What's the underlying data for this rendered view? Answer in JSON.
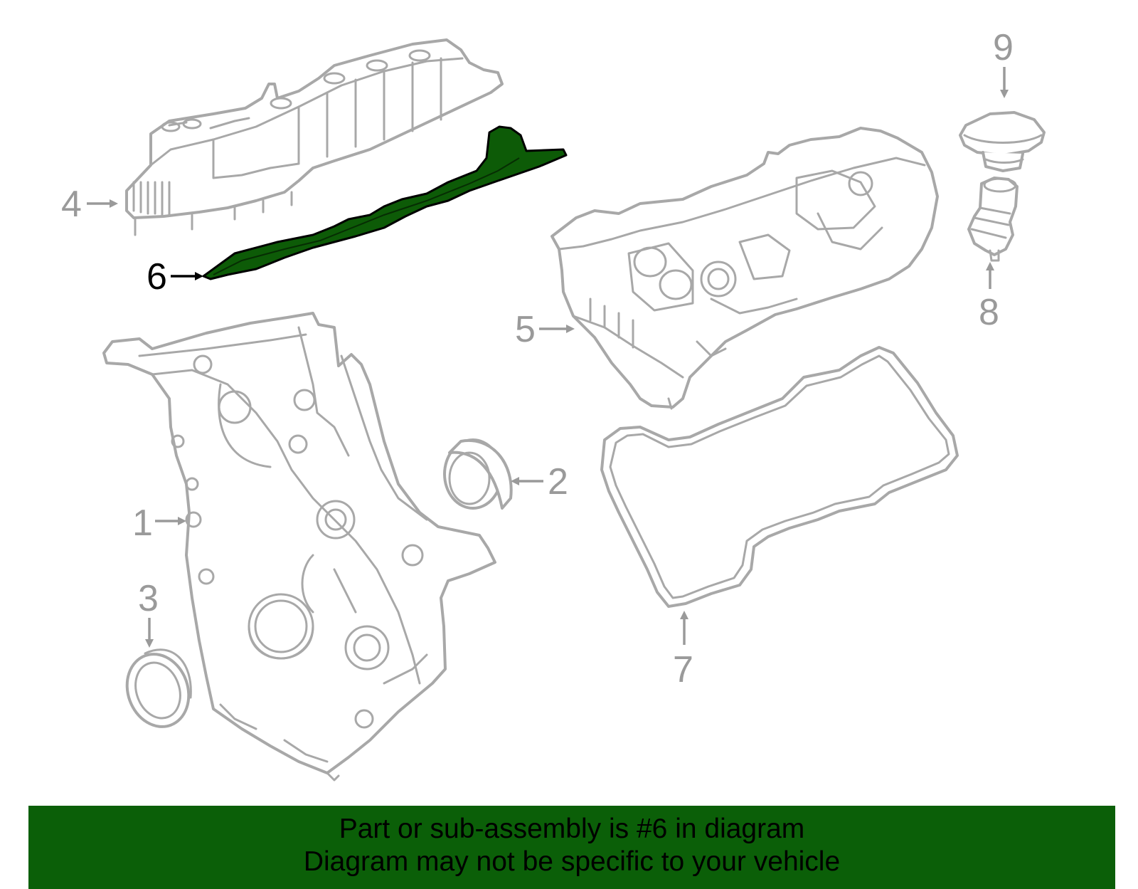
{
  "callouts": {
    "c1": "1",
    "c2": "2",
    "c3": "3",
    "c4": "4",
    "c5": "5",
    "c6": "6",
    "c7": "7",
    "c8": "8",
    "c9": "9"
  },
  "highlighted_part": "6",
  "colors": {
    "highlight": "#0d5b07",
    "banner": "#0b5f08",
    "line_art": "#a8a8a8"
  },
  "banner": {
    "line1": "Part or sub-assembly is #6 in diagram",
    "line2": "Diagram may not be specific to your vehicle"
  }
}
